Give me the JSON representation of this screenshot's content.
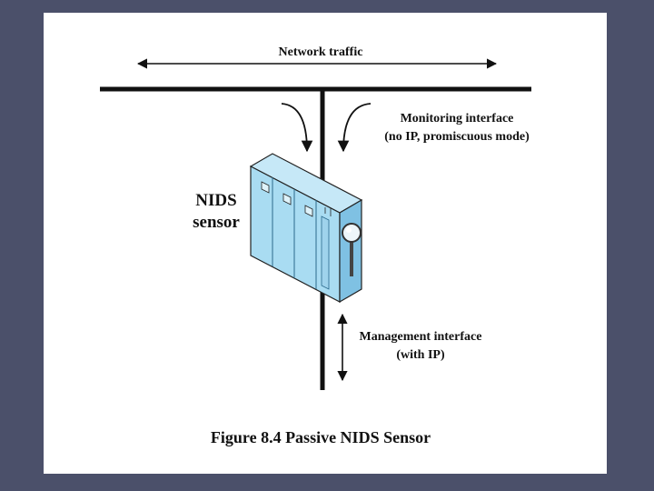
{
  "figure": {
    "network_traffic": "Network traffic",
    "monitoring_interface": {
      "line1": "Monitoring interface",
      "line2": "(no IP, promiscuous mode)"
    },
    "sensor": {
      "line1": "NIDS",
      "line2": "sensor"
    },
    "management_interface": {
      "line1": "Management interface",
      "line2": "(with IP)"
    },
    "caption": "Figure 8.4  Passive NIDS Sensor"
  },
  "colors": {
    "background": "#4b506a",
    "slide": "#ffffff",
    "cabinet_front": "#a9dcf2",
    "cabinet_side": "#7fc1e3",
    "cabinet_top": "#c6e8f7",
    "line": "#111111"
  },
  "icons": [
    "magnifier-icon"
  ]
}
